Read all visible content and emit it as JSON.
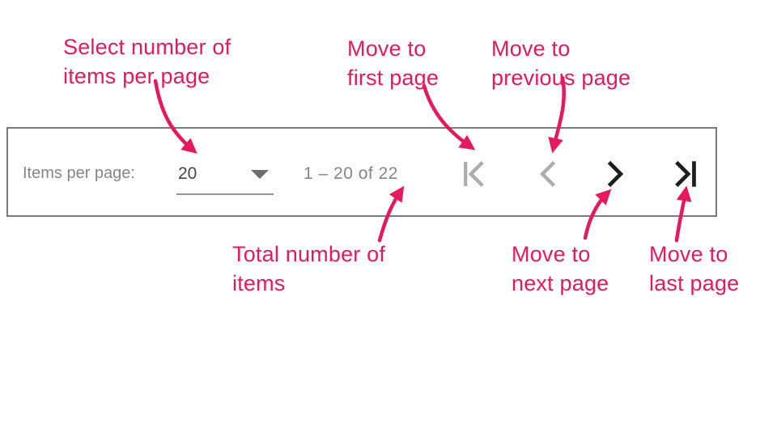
{
  "paginator": {
    "items_per_page_label": "Items per page:",
    "page_size_value": "20",
    "range_label": "1 – 20 of 22",
    "nav": {
      "first": {
        "icon": "first-page-icon",
        "disabled": true
      },
      "previous": {
        "icon": "chevron-left-icon",
        "disabled": true
      },
      "next": {
        "icon": "chevron-right-icon",
        "disabled": false
      },
      "last": {
        "icon": "last-page-icon",
        "disabled": false
      }
    }
  },
  "annotations": {
    "select_items": {
      "line1": "Select number of",
      "line2": "items per page"
    },
    "first_page": {
      "line1": "Move to",
      "line2": "first page"
    },
    "previous_page": {
      "line1": "Move to",
      "line2": "previous page"
    },
    "total_items": {
      "line1": "Total number of",
      "line2": "items"
    },
    "next_page": {
      "line1": "Move to",
      "line2": "next page"
    },
    "last_page": {
      "line1": "Move to",
      "line2": "last page"
    }
  },
  "colors": {
    "annotation": "#e5195e",
    "label_gray": "#86868a",
    "value_dark": "#47474b",
    "icon_disabled": "#adadaf",
    "icon_enabled": "#1d1d1d",
    "box_border": "#7a7a7a",
    "underline": "#949494",
    "background": "#ffffff"
  }
}
